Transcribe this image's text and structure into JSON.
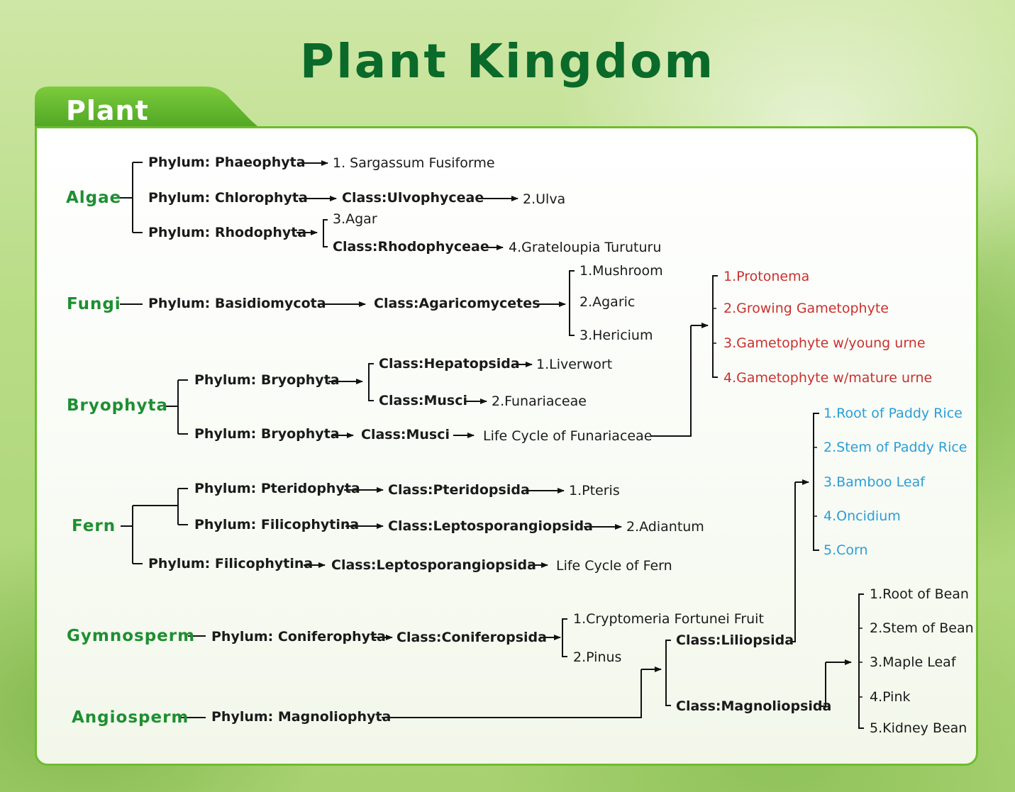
{
  "title": "Plant Kingdom",
  "tab_label": "Plant",
  "colors": {
    "title_green": "#0a6a2a",
    "group_green": "#1e8f32",
    "tab_green": "#5cb32a",
    "red_list": "#c8312e",
    "blue_list": "#2a9ed8"
  },
  "algae": {
    "label": "Algae",
    "phaeophyta": "Phylum: Phaeophyta",
    "sargassum": "1. Sargassum  Fusiforme",
    "chlorophyta": "Phylum: Chlorophyta",
    "ulvophyceae": "Class:Ulvophyceae",
    "ulva": "2.Ulva",
    "rhodophyta": "Phylum: Rhodophyta",
    "agar": "3.Agar",
    "rhodophyceae": "Class:Rhodophyceae",
    "grateloupia": "4.Grateloupia Turuturu"
  },
  "fungi": {
    "label": "Fungi",
    "basidiomycota": "Phylum: Basidiomycota",
    "agaricomycetes": "Class:Agaricomycetes",
    "mushroom": "1.Mushroom",
    "agaric": "2.Agaric",
    "hericium": "3.Hericium"
  },
  "bryophyta": {
    "label": "Bryophyta",
    "phylum1": "Phylum: Bryophyta",
    "hepatopsida": "Class:Hepatopsida",
    "liverwort": "1.Liverwort",
    "musci1": "Class:Musci",
    "funariaceae": "2.Funariaceae",
    "phylum2": "Phylum: Bryophyta",
    "musci2": "Class:Musci",
    "lifecycle": "Life Cycle of Funariaceae"
  },
  "moss_stages": [
    "1.Protonema",
    "2.Growing Gametophyte",
    "3.Gametophyte w/young urne",
    "4.Gametophyte w/mature urne"
  ],
  "fern": {
    "label": "Fern",
    "pteridophyta": "Phylum: Pteridophyta",
    "pteridopsida": "Class:Pteridopsida",
    "pteris": "1.Pteris",
    "filicophytina1": "Phylum: Filicophytina",
    "lepto1": "Class:Leptosporangiopsida",
    "adiantum": "2.Adiantum",
    "filicophytina2": "Phylum: Filicophytina",
    "lepto2": "Class:Leptosporangiopsida",
    "lifecycle": "Life Cycle of Fern"
  },
  "gymnosperm": {
    "label": "Gymnosperm",
    "coniferophyta": "Phylum: Coniferophyta",
    "coniferopsida": "Class:Coniferopsida",
    "cryptomeria": "1.Cryptomeria Fortunei Fruit",
    "pinus": "2.Pinus"
  },
  "angiosperm": {
    "label": "Angiosperm",
    "magnoliophyta": "Phylum: Magnoliophyta",
    "liliopsida": "Class:Liliopsida",
    "magnoliopsida": "Class:Magnoliopsida"
  },
  "monocots": [
    "1.Root of Paddy Rice",
    "2.Stem of Paddy Rice",
    "3.Bamboo Leaf",
    "4.Oncidium",
    "5.Corn"
  ],
  "dicots": [
    "1.Root of Bean",
    "2.Stem of Bean",
    "3.Maple Leaf",
    "4.Pink",
    "5.Kidney Bean"
  ]
}
